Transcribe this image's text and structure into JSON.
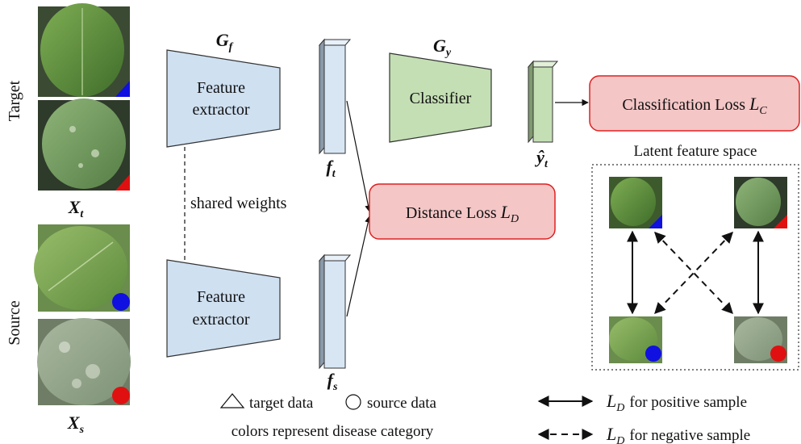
{
  "labels": {
    "target": "Target",
    "source": "Source",
    "x_t": "X",
    "x_t_sub": "t",
    "x_s": "X",
    "x_s_sub": "s",
    "shared_weights": "shared weights",
    "g_f": "G",
    "g_f_sub": "f",
    "g_y": "G",
    "g_y_sub": "y",
    "f_t": "f",
    "f_t_sub": "t",
    "f_s": "f",
    "f_s_sub": "s",
    "y_hat": "ŷ",
    "y_hat_sub": "t",
    "latent_title": "Latent feature space"
  },
  "boxes": {
    "feature_extractor_1_line1": "Feature",
    "feature_extractor_1_line2": "extractor",
    "feature_extractor_2_line1": "Feature",
    "feature_extractor_2_line2": "extractor",
    "classifier": "Classifier",
    "classification_loss": "Classification Loss",
    "classification_loss_sym": "L",
    "classification_loss_sub": "C",
    "distance_loss": "Distance Loss",
    "distance_loss_sym": "L",
    "distance_loss_sub": "D"
  },
  "legend": {
    "target_data": "target data",
    "source_data": "source data",
    "colors_note": "colors represent disease category",
    "positive_sym": "L",
    "positive_sub": "D",
    "positive_text": "for positive sample",
    "negative_sym": "L",
    "negative_sub": "D",
    "negative_text": "for negative sample"
  },
  "colors": {
    "extractor_fill": "#cfe0f1",
    "classifier_fill": "#c4dfb4",
    "loss_fill": "#f4c6c6",
    "loss_stroke": "#e02020",
    "feature_fill": "#d8e6f4",
    "marker_blue": "#1010e0",
    "marker_red": "#e01010",
    "leaf_green": "#5f8f3e"
  }
}
